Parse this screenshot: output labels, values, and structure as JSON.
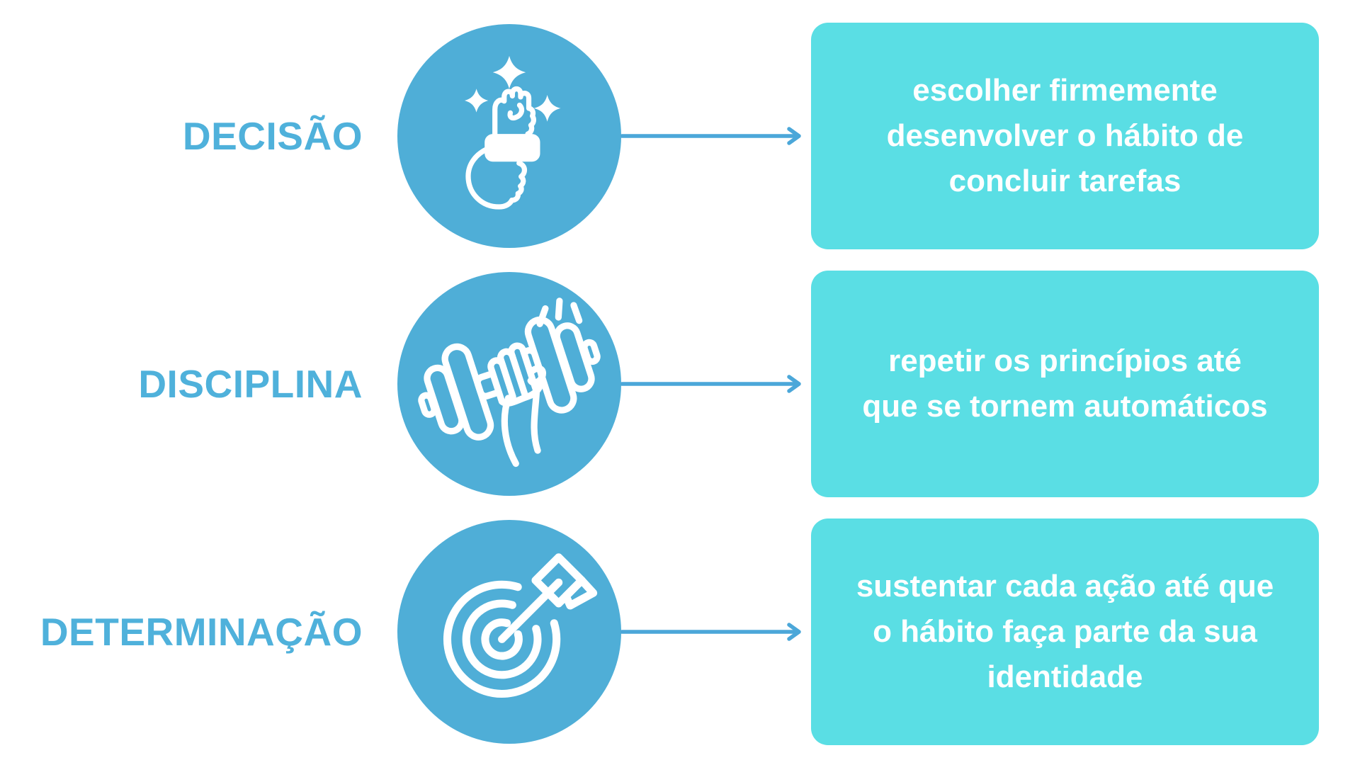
{
  "colors": {
    "background": "#FFFFFF",
    "label_blue": "#4FB1DB",
    "circle_blue": "#4FAED7",
    "box_teal": "#5ADEE4",
    "arrow_blue": "#4BA7D9",
    "icon_white": "#FFFFFF",
    "box_text": "#FFFFFF"
  },
  "rows": [
    {
      "label": "DECISÃO",
      "icon": "fist-in-head-icon",
      "description": "escolher firmemente\ndesenvolver o hábito de\nconcluir tarefas"
    },
    {
      "label": "DISCIPLINA",
      "icon": "hand-dumbbell-icon",
      "description": "repetir os princípios até\nque se tornem automáticos"
    },
    {
      "label": "DETERMINAÇÃO",
      "icon": "target-dart-icon",
      "description": "sustentar cada ação até que\no hábito faça parte da sua\nidentidade"
    }
  ]
}
